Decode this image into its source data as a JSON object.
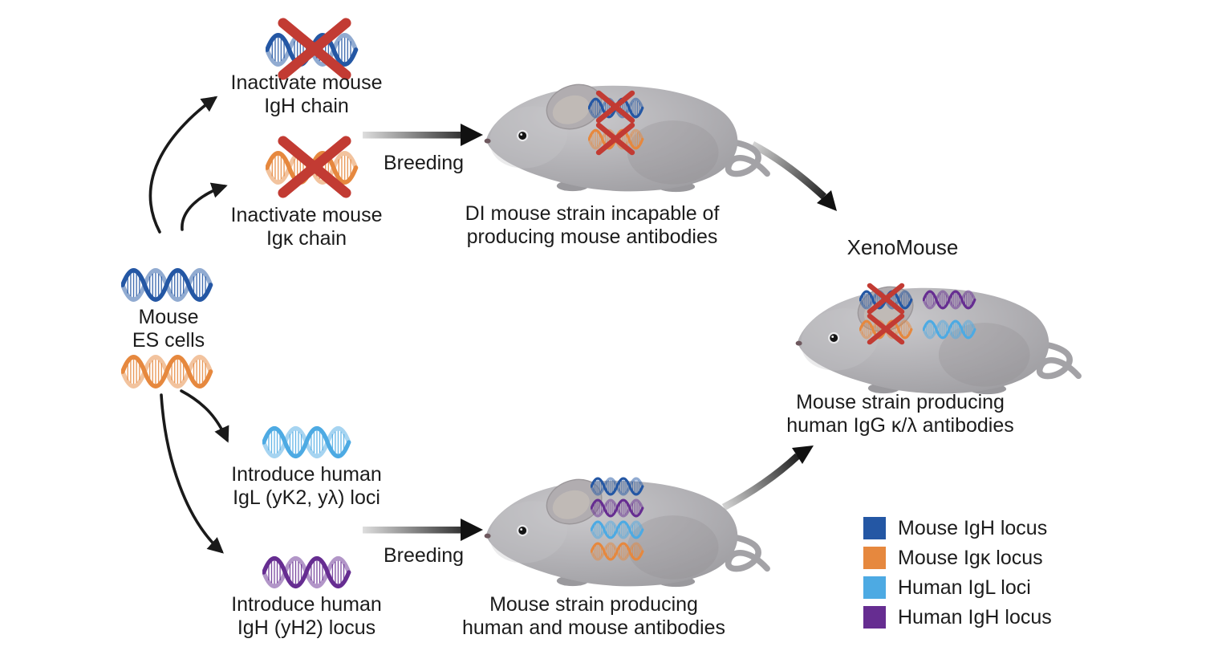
{
  "figure": {
    "background": "#ffffff",
    "es_cells": {
      "label": "Mouse\nES cells"
    },
    "steps": {
      "inactivate_igh": "Inactivate mouse\nIgH chain",
      "inactivate_igk": "Inactivate mouse\nIgκ chain",
      "introduce_igl": "Introduce human\nIgL (yK2, yλ) loci",
      "introduce_igh": "Introduce human\nIgH (yH2) locus"
    },
    "breeding_label": "Breeding",
    "mice": {
      "di_mouse_caption": "DI mouse strain incapable of\nproducing mouse antibodies",
      "hybrid_mouse_caption": "Mouse strain producing\nhuman and mouse antibodies",
      "xenomouse_title": "XenoMouse",
      "xenomouse_caption": "Mouse strain producing\nhuman IgG κ/λ antibodies"
    },
    "legend": {
      "items": [
        {
          "label": "Mouse IgH locus",
          "color": "#2457A4"
        },
        {
          "label": "Mouse Igκ locus",
          "color": "#E6883E"
        },
        {
          "label": "Human IgL loci",
          "color": "#4DAAE3"
        },
        {
          "label": "Human IgH locus",
          "color": "#662D91"
        }
      ]
    },
    "colors": {
      "cross_red": "#C23B33",
      "arrow_black": "#1a1a1a"
    }
  }
}
